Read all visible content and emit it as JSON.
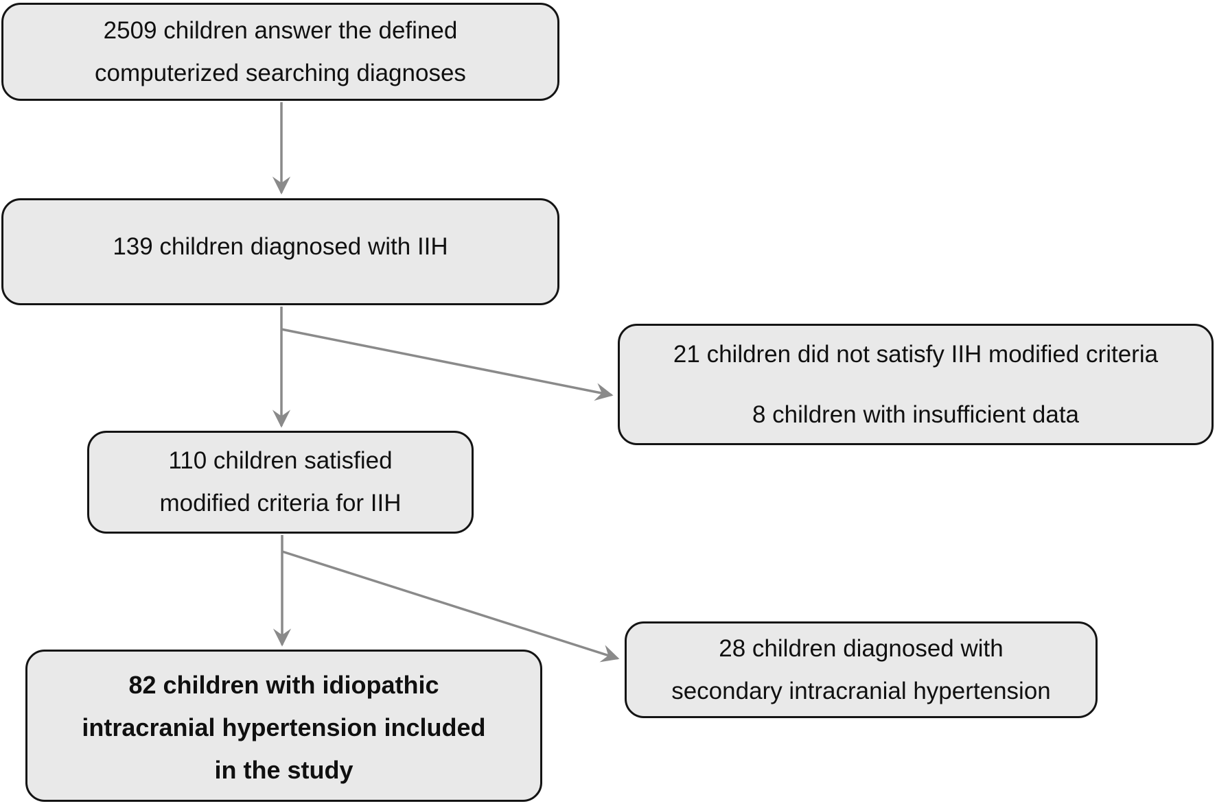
{
  "boxes": {
    "screened": {
      "lines": [
        "2509 children answer the defined",
        "computerized searching diagnoses"
      ]
    },
    "diagnosed": {
      "lines": [
        "139 children diagnosed with IIH"
      ]
    },
    "excluded1": {
      "lines": [
        "21 children did not satisfy IIH modified criteria",
        "8 children with insufficient data"
      ]
    },
    "satisfied": {
      "lines": [
        "110 children satisfied",
        "modified criteria for IIH"
      ]
    },
    "excluded2": {
      "lines": [
        "28 children diagnosed with",
        "secondary intracranial hypertension"
      ]
    },
    "included": {
      "lines": [
        "82 children with idiopathic",
        "intracranial hypertension included",
        "in the study"
      ]
    }
  },
  "colors": {
    "background": "#ffffff",
    "box_fill": "#e9e9e9",
    "box_border": "#141414",
    "text": "#101010",
    "arrow": "#8a8a8a"
  }
}
